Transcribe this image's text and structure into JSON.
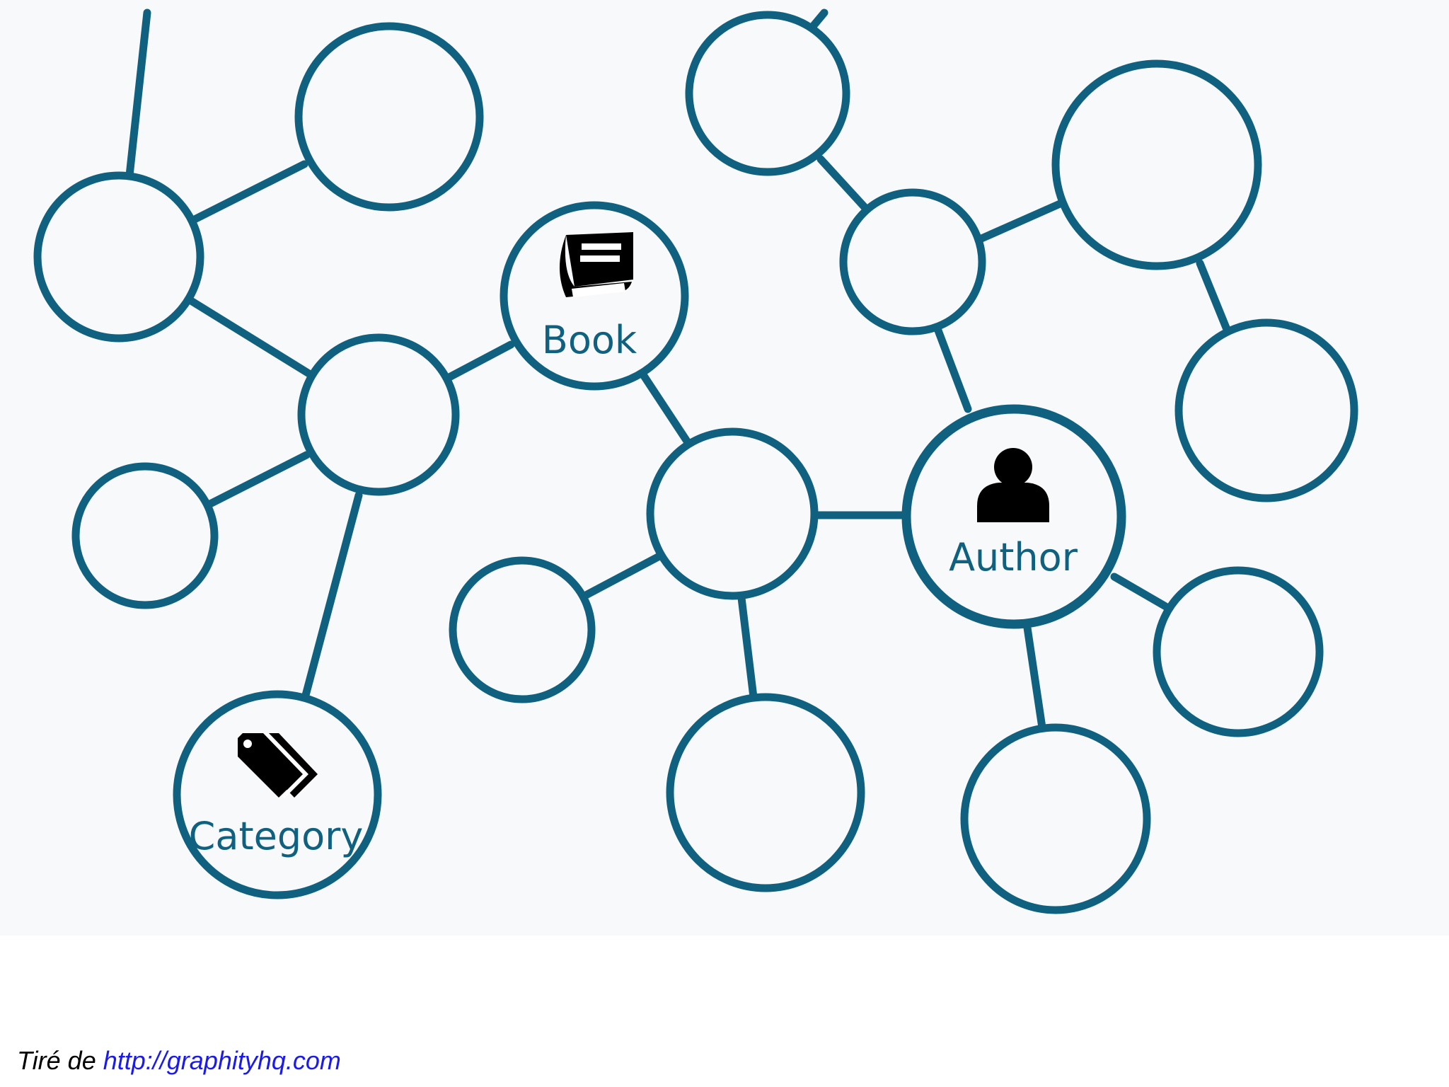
{
  "colors": {
    "node_stroke": "#10607f",
    "background": "#f8f9fa",
    "icon": "#000000",
    "label": "#10607f",
    "caption_link": "#1a1aee"
  },
  "labeled_nodes": {
    "book": {
      "label": "Book",
      "icon": "book-icon"
    },
    "author": {
      "label": "Author",
      "icon": "person-icon"
    },
    "category": {
      "label": "Category",
      "icon": "tags-icon"
    }
  },
  "caption": {
    "prefix": "Tiré de ",
    "link_text": "http://graphityhq.com"
  }
}
